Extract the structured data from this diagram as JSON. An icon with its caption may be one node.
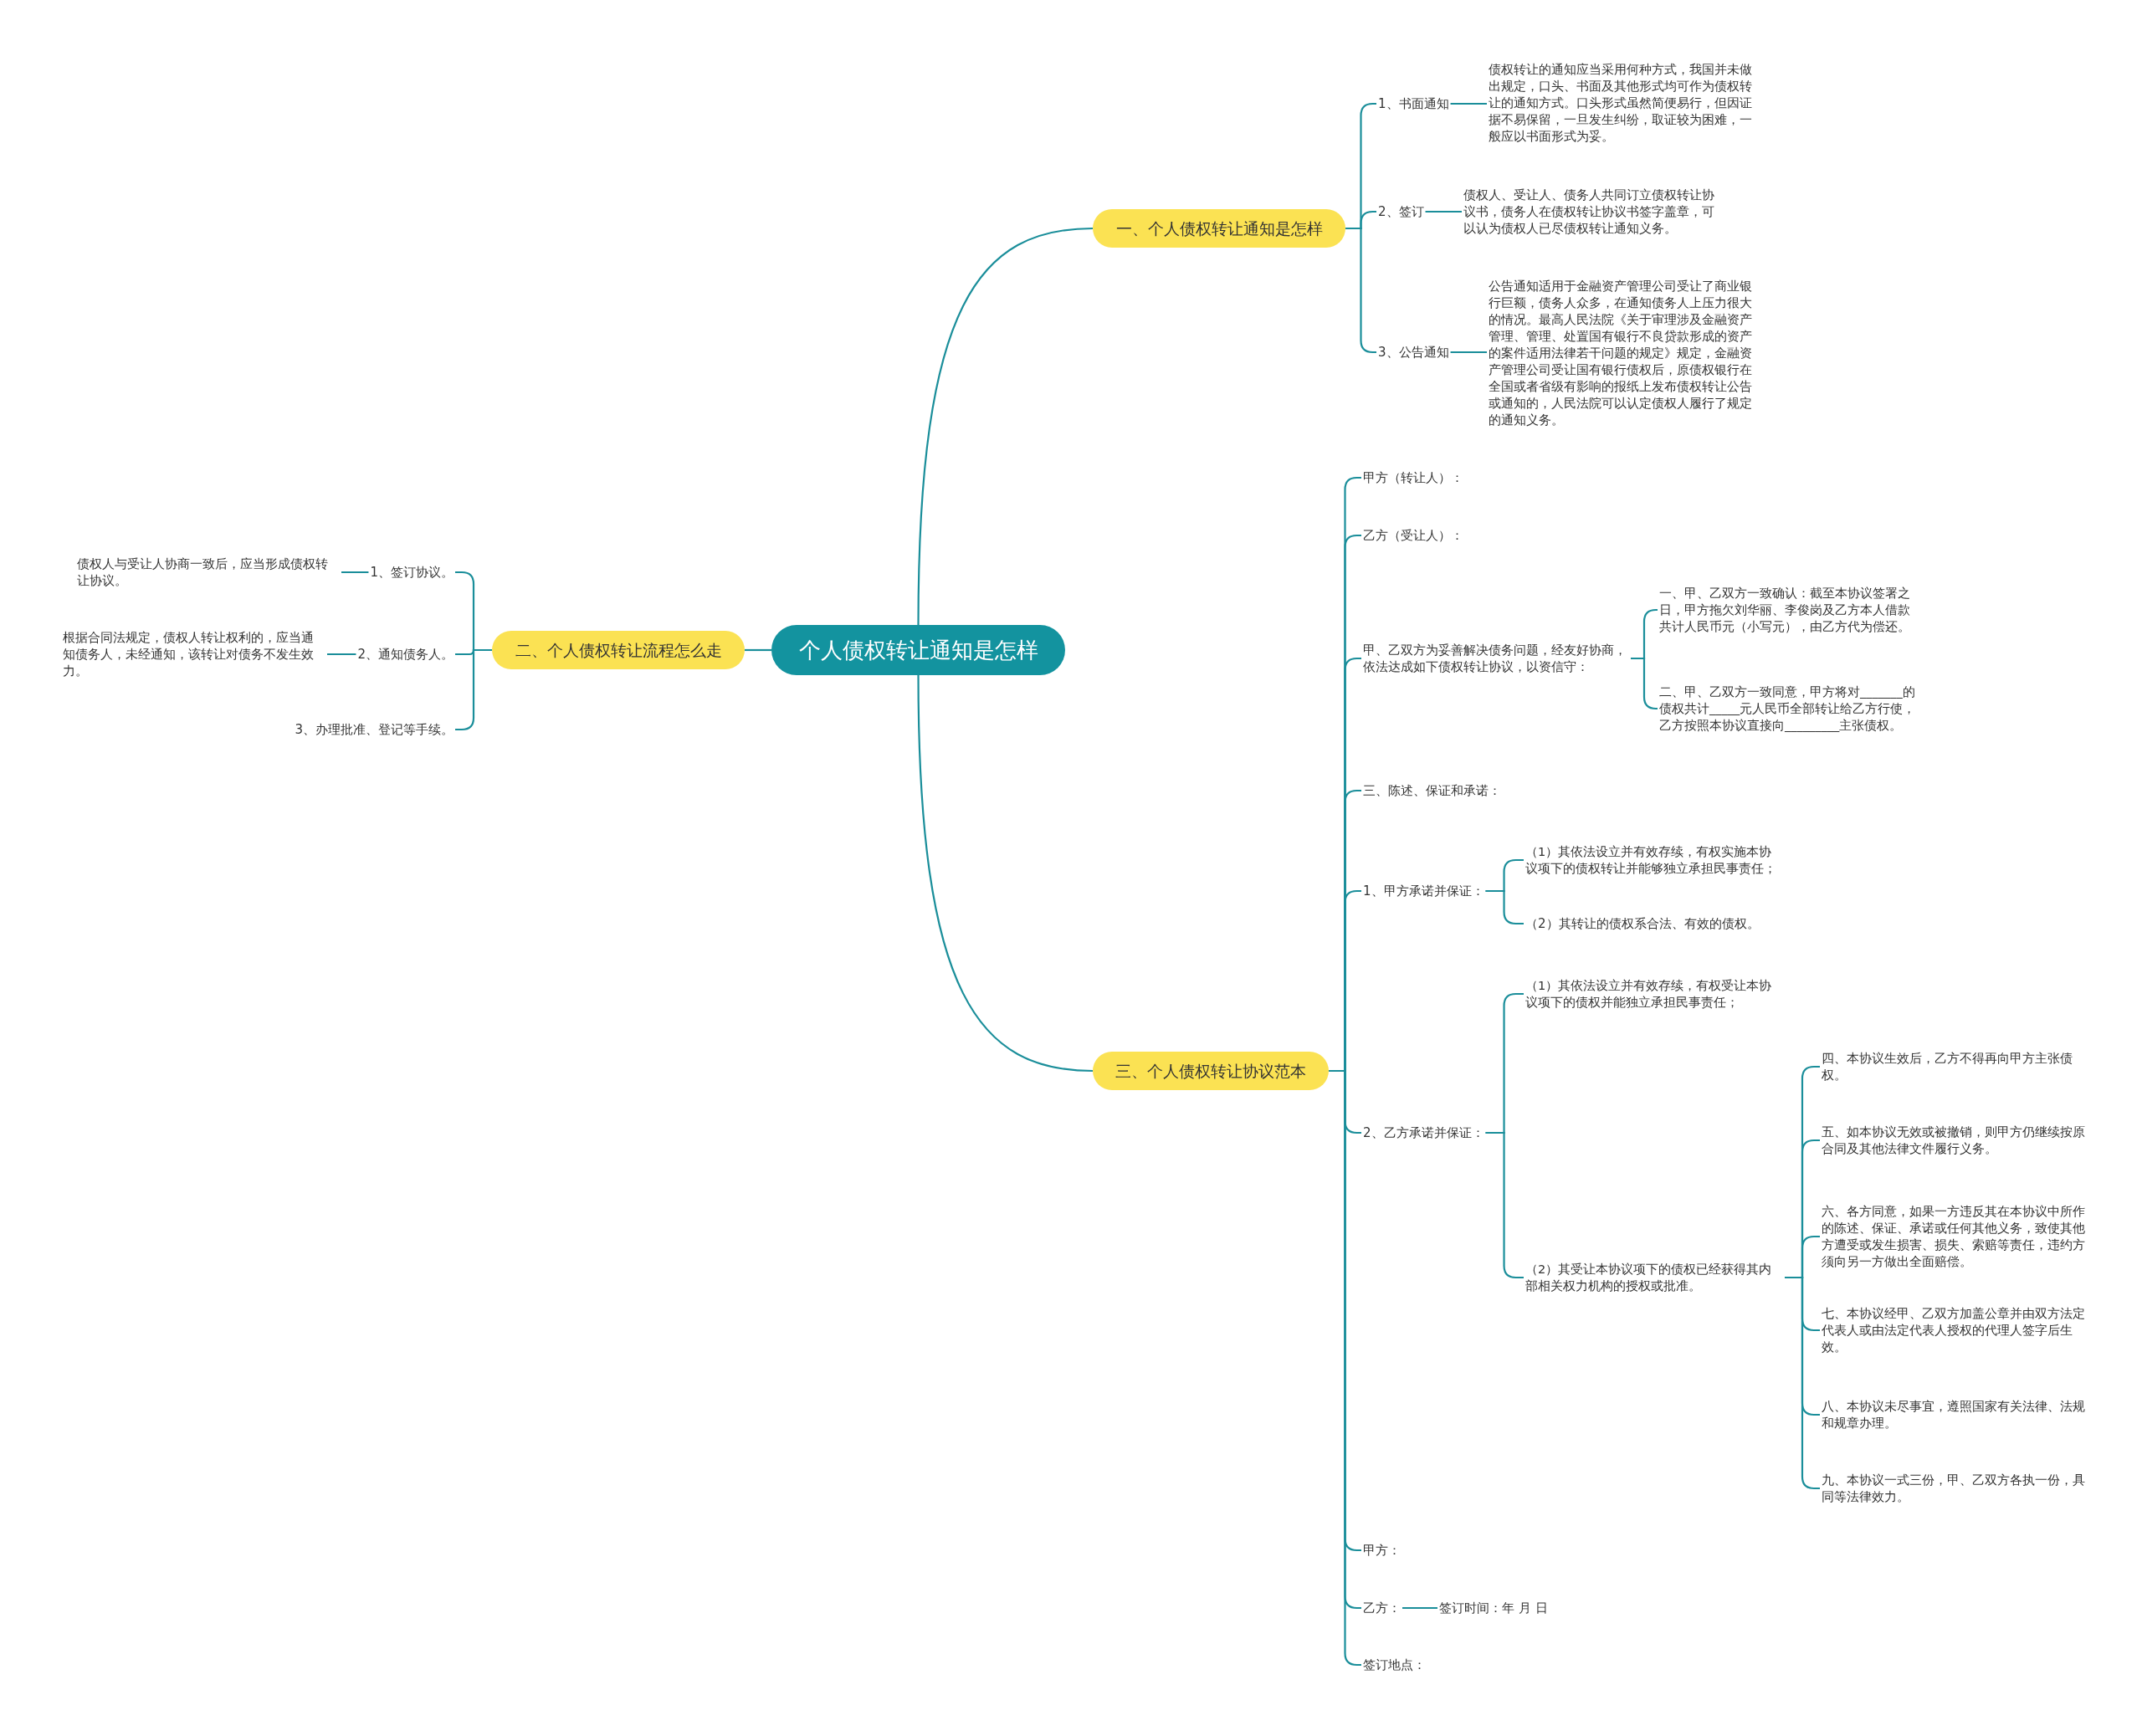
{
  "diagram": {
    "nodes": [
      {
        "text": [
          "个人债权转让通知是怎样"
        ]
      },
      {
        "text": [
          "一、个人债权转让通知是怎样"
        ]
      },
      {
        "text": [
          "1、书面通知"
        ]
      },
      {
        "text": [
          "债权转让的通知应当采用何种方式，我国并未做出规定，口头、书面及其他形式均可作为债权转让的通知方式。口头形式虽然简便易行，但因证据不易保留，一旦发生纠纷，取证较为困难，一般应以书面形式为妥。"
        ]
      },
      {
        "text": [
          "2、签订"
        ]
      },
      {
        "text": [
          "债权人、受让人、债务人共同订立债权转让协议书，债务人在债权转让协议书签字盖章，可以认为债权人已尽债权转让通知义务。"
        ]
      },
      {
        "text": [
          "3、公告通知"
        ]
      },
      {
        "text": [
          "公告通知适用于金融资产管理公司受让了商业银行巨额，债务人众多，在通知债务人上压力很大的情况。最高人民法院《关于审理涉及金融资产管理、管理、处置国有银行不良贷款形成的资产的案件适用法律若干问题的规定》规定，金融资产管理公司受让国有银行债权后，原债权银行在全国或者省级有影响的报纸上发布债权转让公告或通知的，人民法院可以认定债权人履行了规定的通知义务。"
        ]
      },
      {
        "text": [
          "二、个人债权转让流程怎么走"
        ]
      },
      {
        "text": [
          "1、签订协议。"
        ]
      },
      {
        "text": [
          "债权人与受让人协商一致后，应当形成债权转让协议。"
        ]
      },
      {
        "text": [
          "2、通知债务人。"
        ]
      },
      {
        "text": [
          "根据合同法规定，债权人转让权利的，应当通知债务人，未经通知，该转让对债务不发生效力。"
        ]
      },
      {
        "text": [
          "3、办理批准、登记等手续。"
        ]
      },
      {
        "text": [
          "三、个人债权转让协议范本"
        ]
      },
      {
        "text": [
          "甲方（转让人）："
        ]
      },
      {
        "text": [
          "乙方（受让人）："
        ]
      },
      {
        "text": [
          "甲、乙双方为妥善解决债务问题，经友好协商，依法达成如下债权转让协议，以资信守："
        ]
      },
      {
        "text": [
          "一、甲、乙双方一致确认：截至本协议签署之日，甲方拖欠刘华丽、李俊岗及乙方本人借款共计人民币元（小写元），由乙方代为偿还。"
        ]
      },
      {
        "text": [
          "二、甲、乙双方一致同意，甲方将对_______的债权共计_____元人民币全部转让给乙方行使，乙方按照本协议直接向_________主张债权。"
        ]
      },
      {
        "text": [
          "三、陈述、保证和承诺："
        ]
      },
      {
        "text": [
          "1、甲方承诺并保证："
        ]
      },
      {
        "text": [
          "（1）其依法设立并有效存续，有权实施本协议项下的债权转让并能够独立承担民事责任；"
        ]
      },
      {
        "text": [
          "（2）其转让的债权系合法、有效的债权。"
        ]
      },
      {
        "text": [
          "2、乙方承诺并保证："
        ]
      },
      {
        "text": [
          "（1）其依法设立并有效存续，有权受让本协议项下的债权并能独立承担民事责任；"
        ]
      },
      {
        "text": [
          "（2）其受让本协议项下的债权已经获得其内部相关权力机构的授权或批准。"
        ]
      },
      {
        "text": [
          "四、本协议生效后，乙方不得再向甲方主张债权。"
        ]
      },
      {
        "text": [
          "五、如本协议无效或被撤销，则甲方仍继续按原合同及其他法律文件履行义务。"
        ]
      },
      {
        "text": [
          "六、各方同意，如果一方违反其在本协议中所作的陈述、保证、承诺或任何其他义务，致使其他方遭受或发生损害、损失、索赔等责任，违约方须向另一方做出全面赔偿。"
        ]
      },
      {
        "text": [
          "七、本协议经甲、乙双方加盖公章并由双方法定代表人或由法定代表人授权的代理人签字后生效。"
        ]
      },
      {
        "text": [
          "八、本协议未尽事宜，遵照国家有关法律、法规和规章办理。"
        ]
      },
      {
        "text": [
          "九、本协议一式三份，甲、乙双方各执一份，具同等法律效力。"
        ]
      },
      {
        "text": [
          "甲方："
        ]
      },
      {
        "text": [
          "乙方："
        ]
      },
      {
        "text": [
          "签订时间：年 月 日"
        ]
      },
      {
        "text": [
          "签订地点："
        ]
      }
    ],
    "edges": [
      {
        "from": 0,
        "to": 1,
        "arrow": "none"
      },
      {
        "from": 0,
        "to": 8,
        "arrow": "none"
      },
      {
        "from": 0,
        "to": 14,
        "arrow": "none"
      },
      {
        "from": 1,
        "to": 2,
        "arrow": "none"
      },
      {
        "from": 1,
        "to": 4,
        "arrow": "none"
      },
      {
        "from": 1,
        "to": 6,
        "arrow": "none"
      },
      {
        "from": 2,
        "to": 3,
        "arrow": "none"
      },
      {
        "from": 4,
        "to": 5,
        "arrow": "none"
      },
      {
        "from": 6,
        "to": 7,
        "arrow": "none"
      },
      {
        "from": 8,
        "to": 9,
        "arrow": "none"
      },
      {
        "from": 8,
        "to": 11,
        "arrow": "none"
      },
      {
        "from": 8,
        "to": 13,
        "arrow": "none"
      },
      {
        "from": 9,
        "to": 10,
        "arrow": "none"
      },
      {
        "from": 11,
        "to": 12,
        "arrow": "none"
      },
      {
        "from": 14,
        "to": 15,
        "arrow": "none"
      },
      {
        "from": 14,
        "to": 16,
        "arrow": "none"
      },
      {
        "from": 14,
        "to": 17,
        "arrow": "none"
      },
      {
        "from": 14,
        "to": 20,
        "arrow": "none"
      },
      {
        "from": 14,
        "to": 21,
        "arrow": "none"
      },
      {
        "from": 14,
        "to": 24,
        "arrow": "none"
      },
      {
        "from": 14,
        "to": 33,
        "arrow": "none"
      },
      {
        "from": 14,
        "to": 34,
        "arrow": "none"
      },
      {
        "from": 14,
        "to": 36,
        "arrow": "none"
      },
      {
        "from": 17,
        "to": 18,
        "arrow": "none"
      },
      {
        "from": 17,
        "to": 19,
        "arrow": "none"
      },
      {
        "from": 21,
        "to": 22,
        "arrow": "none"
      },
      {
        "from": 21,
        "to": 23,
        "arrow": "none"
      },
      {
        "from": 24,
        "to": 25,
        "arrow": "none"
      },
      {
        "from": 24,
        "to": 26,
        "arrow": "none"
      },
      {
        "from": 26,
        "to": 27,
        "arrow": "none"
      },
      {
        "from": 26,
        "to": 28,
        "arrow": "none"
      },
      {
        "from": 26,
        "to": 29,
        "arrow": "none"
      },
      {
        "from": 26,
        "to": 30,
        "arrow": "none"
      },
      {
        "from": 26,
        "to": 31,
        "arrow": "none"
      },
      {
        "from": 26,
        "to": 32,
        "arrow": "none"
      },
      {
        "from": 34,
        "to": 35,
        "arrow": "none"
      }
    ]
  }
}
